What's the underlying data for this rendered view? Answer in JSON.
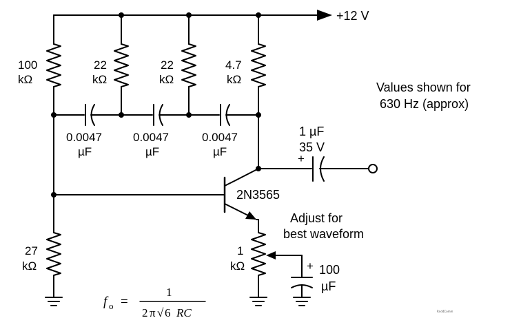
{
  "supply": {
    "label": "+12 V"
  },
  "resistors": {
    "r1": {
      "value": "100",
      "unit": "kΩ"
    },
    "r2": {
      "value": "22",
      "unit": "kΩ"
    },
    "r3": {
      "value": "22",
      "unit": "kΩ"
    },
    "r4": {
      "value": "4.7",
      "unit": "kΩ"
    },
    "r5": {
      "value": "27",
      "unit": "kΩ"
    }
  },
  "capacitors": {
    "c1": {
      "value": "0.0047",
      "unit": "µF"
    },
    "c2": {
      "value": "0.0047",
      "unit": "µF"
    },
    "c3": {
      "value": "0.0047",
      "unit": "µF"
    },
    "output": {
      "value": "1 µF",
      "voltage": "35 V",
      "polarity": "+"
    },
    "bypass": {
      "value": "100",
      "unit": "µF",
      "polarity": "+"
    }
  },
  "transistor": {
    "label": "2N3565"
  },
  "pot": {
    "value": "1",
    "unit": "kΩ",
    "note_line1": "Adjust for",
    "note_line2": "best waveform"
  },
  "values_note": {
    "line1": "Values shown for",
    "line2": "630 Hz (approx)"
  },
  "formula": {
    "lhs": "f",
    "sub": "o",
    "eq": "=",
    "numerator": "1",
    "den_two": "2",
    "den_pi": "π",
    "den_root": "√",
    "den_six": "6",
    "den_rc": "RC"
  },
  "watermark": "Rnd4Comm"
}
